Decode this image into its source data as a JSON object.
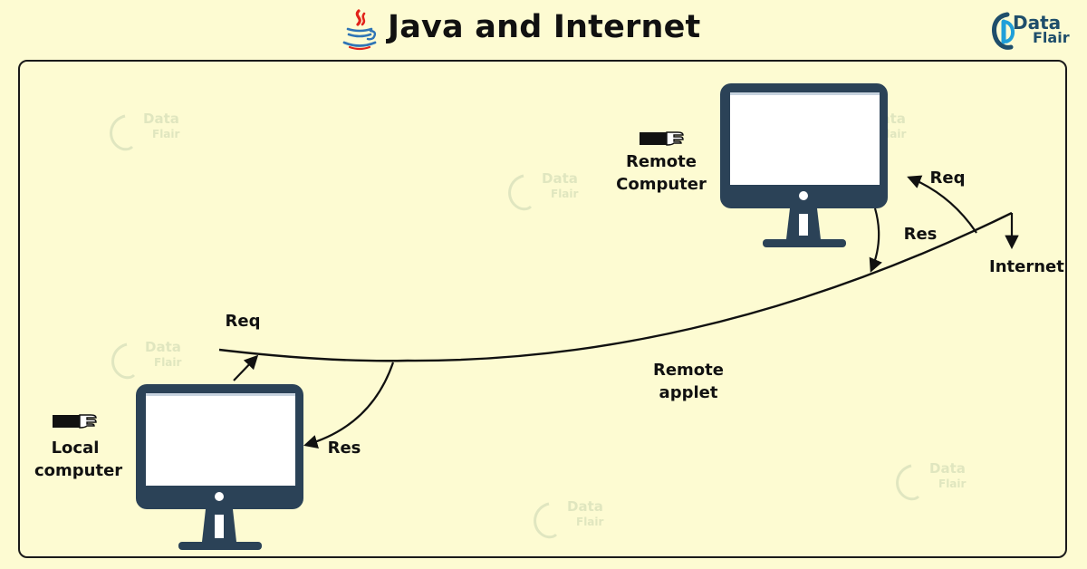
{
  "header": {
    "title": "Java and Internet",
    "brand_line1": "Data",
    "brand_line2": "Flair"
  },
  "diagram": {
    "remote_computer_label": "Remote\nComputer",
    "local_computer_label": "Local\ncomputer",
    "internet_label": "Internet",
    "remote_applet_label": "Remote\napplet",
    "req_remote": "Req",
    "res_remote": "Res",
    "req_local": "Req",
    "res_local": "Res"
  },
  "watermark": {
    "line1": "Data",
    "line2": "Flair"
  },
  "colors": {
    "background": "#fdfbd2",
    "monitor": "#2b4257",
    "screen": "#ffffff",
    "brand": "#1f4e6b",
    "java_red": "#e2231a",
    "java_blue": "#2f74b5"
  },
  "icons": {
    "title": "java-coffee-cup-icon",
    "brand": "dataflair-logo-icon",
    "computers": "monitor-icon",
    "pointers": "pointing-hand-icon"
  }
}
